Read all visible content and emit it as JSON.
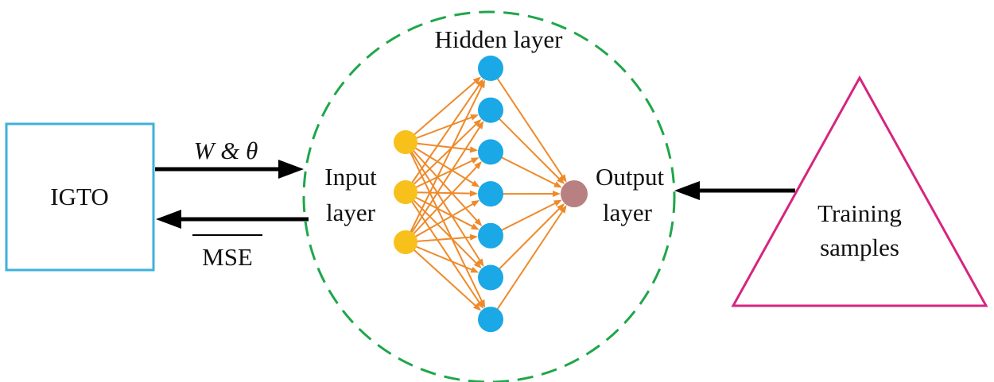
{
  "igto": {
    "label": "IGTO",
    "border_color": "#3fb0dc"
  },
  "arrows": {
    "forward_label": "W & θ",
    "backward_label": "MSE",
    "color": "#000000"
  },
  "network": {
    "boundary_color": "#1fa64a",
    "hidden_layer_label": "Hidden layer",
    "input_layer_label": [
      "Input",
      "layer"
    ],
    "output_layer_label": [
      "Output",
      "layer"
    ],
    "input_node_color": "#f8c01a",
    "hidden_node_color": "#1aa8e6",
    "output_node_color": "#b88080",
    "connection_color": "#ee8a2a",
    "input_nodes": 3,
    "hidden_nodes": 7,
    "output_nodes": 1
  },
  "training": {
    "label": [
      "Training",
      "samples"
    ],
    "border_color": "#d6257f"
  }
}
